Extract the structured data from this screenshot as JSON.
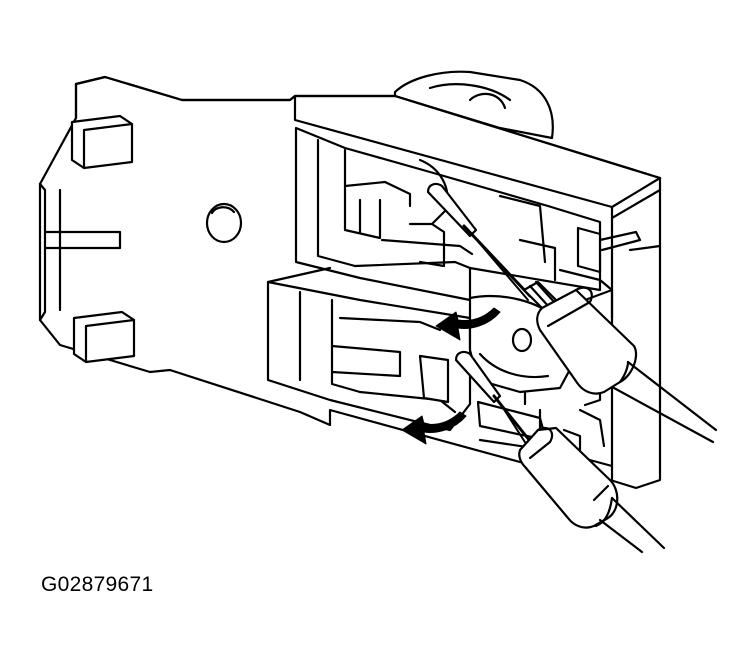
{
  "figure": {
    "code": "G02879671",
    "subject": "connector-housing-with-probe-terminals",
    "arrow_count": 2,
    "probe_count": 2
  },
  "colors": {
    "line": "#000000",
    "fill": "#ffffff"
  },
  "icons": {
    "arrows": "curved-arrow-left-icon",
    "probes": "tester-probe-icon"
  }
}
